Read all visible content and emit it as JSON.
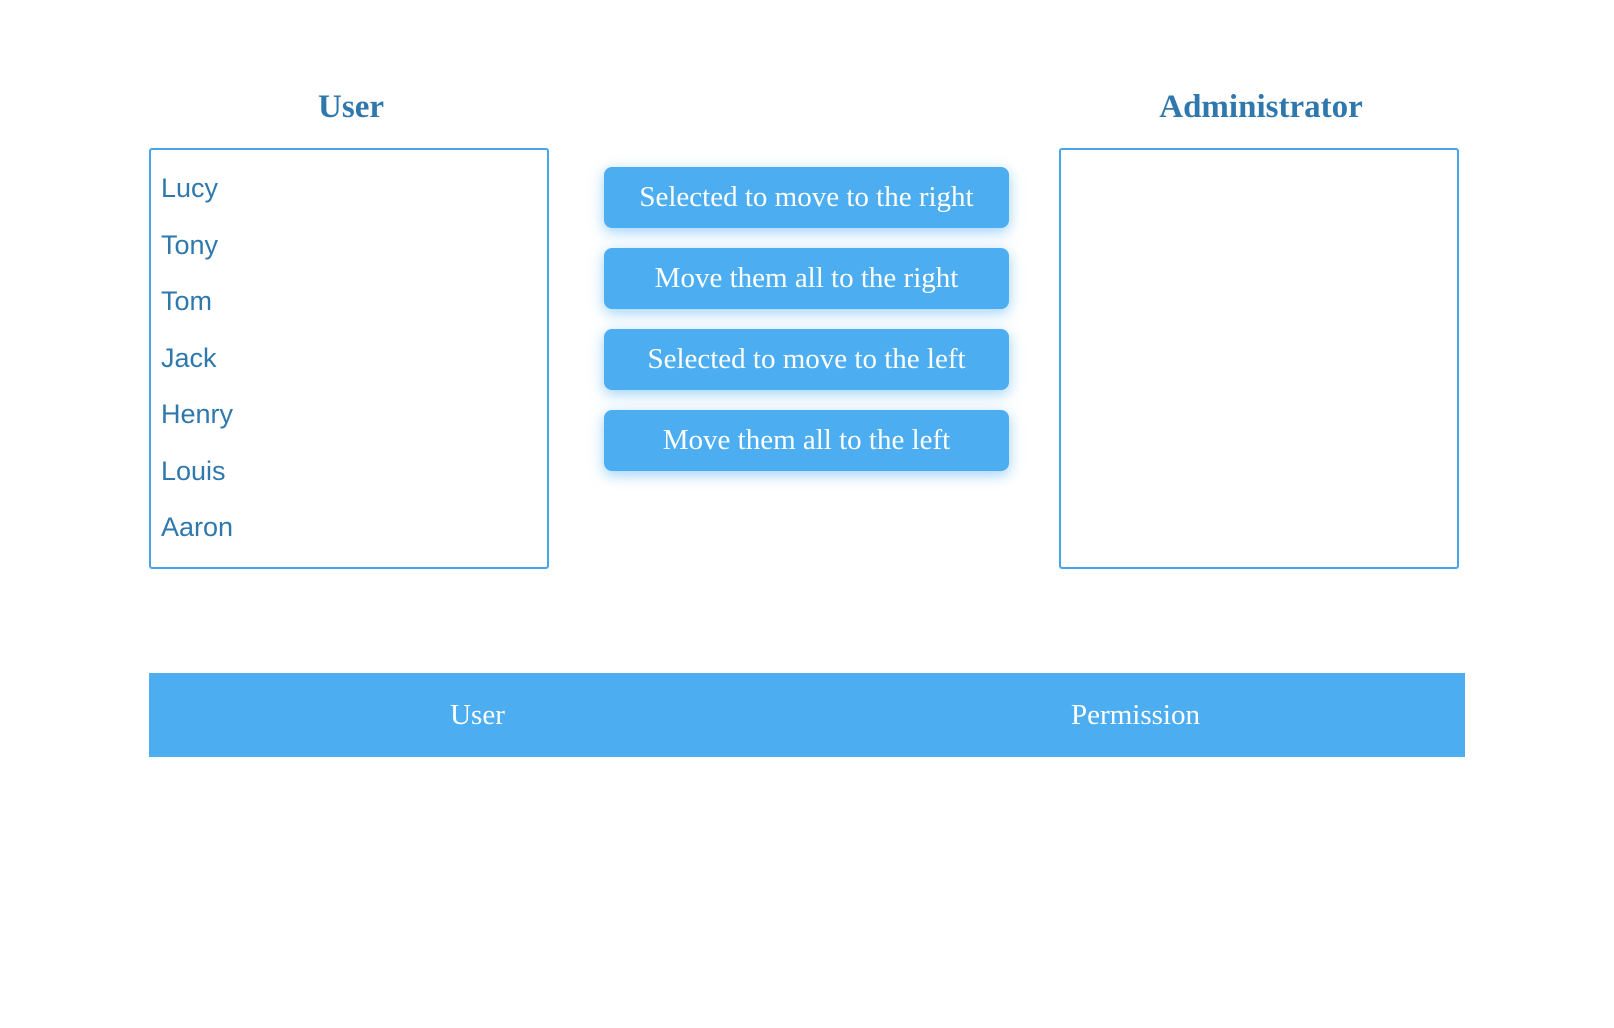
{
  "user_panel": {
    "title": "User",
    "items": [
      "Lucy",
      "Tony",
      "Tom",
      "Jack",
      "Henry",
      "Louis",
      "Aaron"
    ]
  },
  "admin_panel": {
    "title": "Administrator",
    "items": []
  },
  "actions": {
    "move_selected_right": "Selected to move to the right",
    "move_all_right": "Move them all to the right",
    "move_selected_left": "Selected to move to the left",
    "move_all_left": "Move them all to the left"
  },
  "table": {
    "headers": [
      "User",
      "Permission"
    ],
    "rows": []
  },
  "colors": {
    "accent": "#4cadf1",
    "border": "#45a6ea",
    "text": "#2f78ad",
    "button_text": "#ffffff"
  }
}
